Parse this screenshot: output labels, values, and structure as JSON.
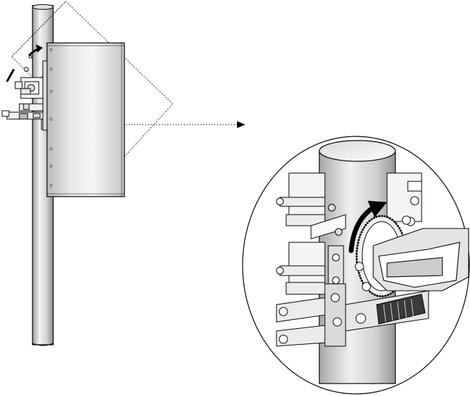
{
  "figure": {
    "left_panel": "antenna-mounted-on-pole-with-tilt-adjustment",
    "right_panel": "detail-of-mounting-bracket",
    "link": "dotted-callout-arrow"
  },
  "colors": {
    "line": "#000000",
    "background": "#ffffff",
    "pole_light": "#f4f4f4",
    "pole_dark": "#9a9a9a",
    "panel_light": "#f2f2f2",
    "panel_dark": "#b9b9b9",
    "bracket_fill": "#e8e8e8",
    "strap_dark": "#3a3a3a"
  },
  "icons": {
    "tilt_arrow": "curved-arrow-icon",
    "callout_arrow": "arrow-right-icon",
    "detail_arrow": "curved-arrow-icon"
  }
}
